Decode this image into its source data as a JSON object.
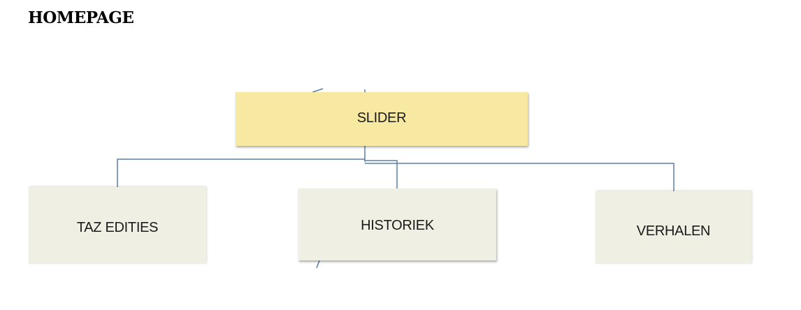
{
  "title": "HOMEPAGE",
  "nodes": {
    "root": "SLIDER",
    "children": [
      "TAZ EDITIES",
      "HISTORIEK",
      "VERHALEN"
    ]
  },
  "colors": {
    "root_fill": "#f7e8a2",
    "child_fill": "#eff0e3",
    "connector": "#5a7fa8"
  }
}
